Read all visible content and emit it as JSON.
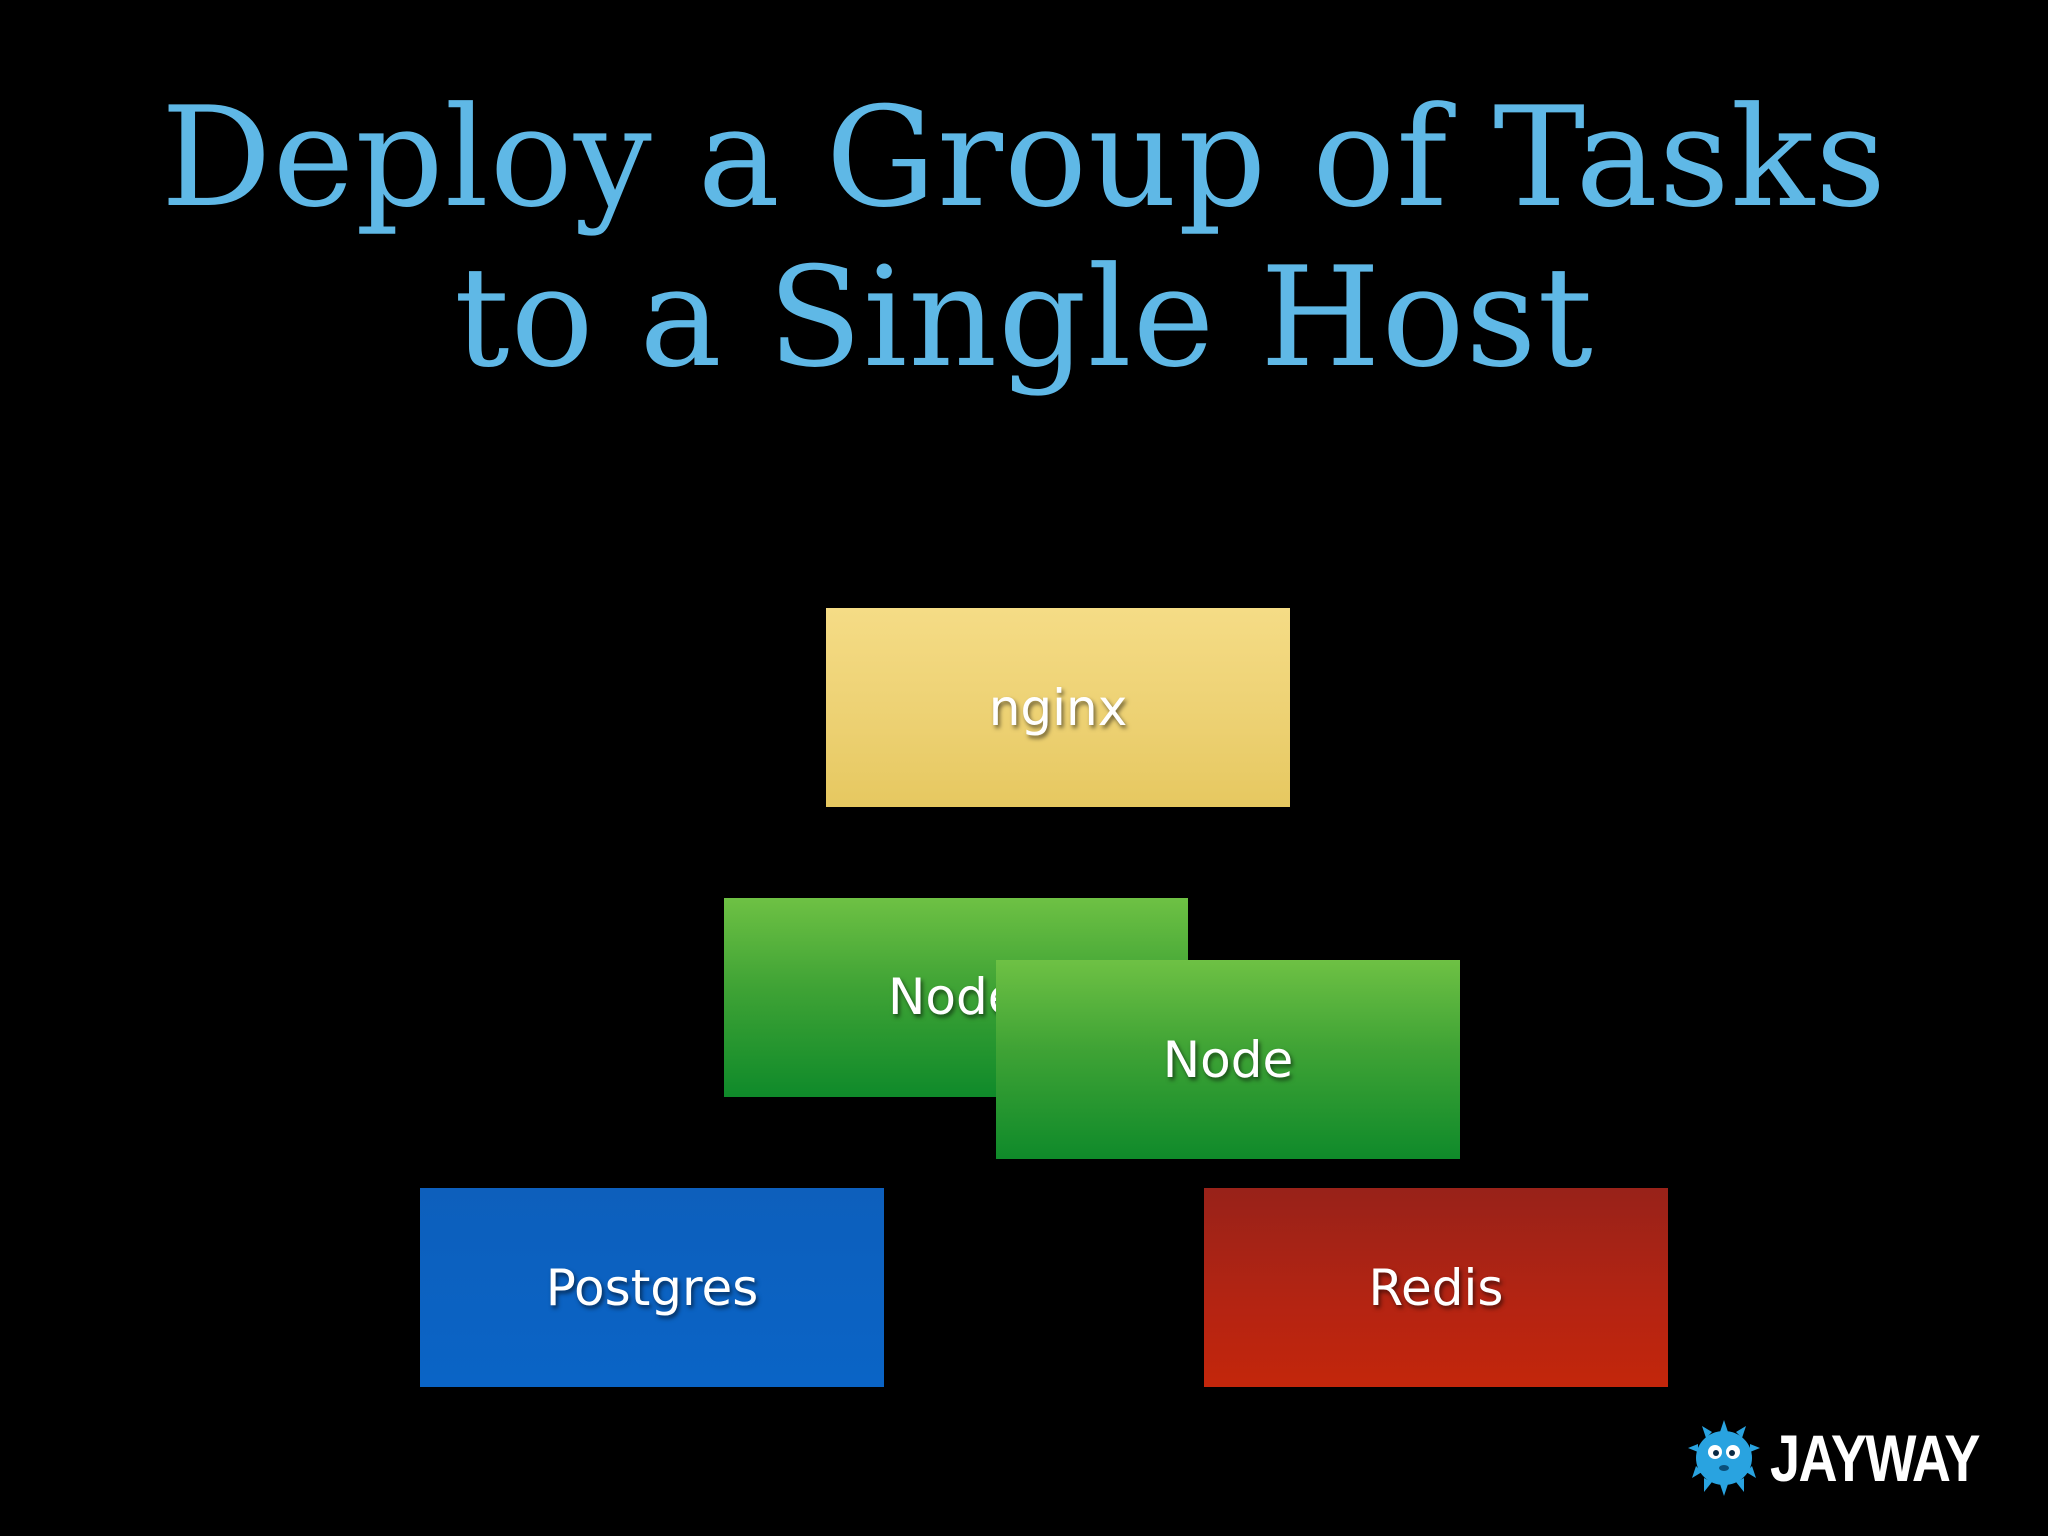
{
  "title": {
    "line1": "Deploy a Group of Tasks",
    "line2": "to a Single Host"
  },
  "boxes": {
    "nginx": {
      "label": "nginx",
      "color": "#ecd071"
    },
    "node_back": {
      "label": "Node",
      "color": "#3fa335"
    },
    "node_front": {
      "label": "Node",
      "color": "#3fa335"
    },
    "postgres": {
      "label": "Postgres",
      "color": "#0a64c6"
    },
    "redis": {
      "label": "Redis",
      "color": "#b52412"
    }
  },
  "logo": {
    "text": "JAYWAY",
    "mascot_icon": "pufferfish-icon",
    "mascot_color": "#29a3e0"
  },
  "colors": {
    "background": "#000000",
    "title": "#5fb8e6"
  }
}
